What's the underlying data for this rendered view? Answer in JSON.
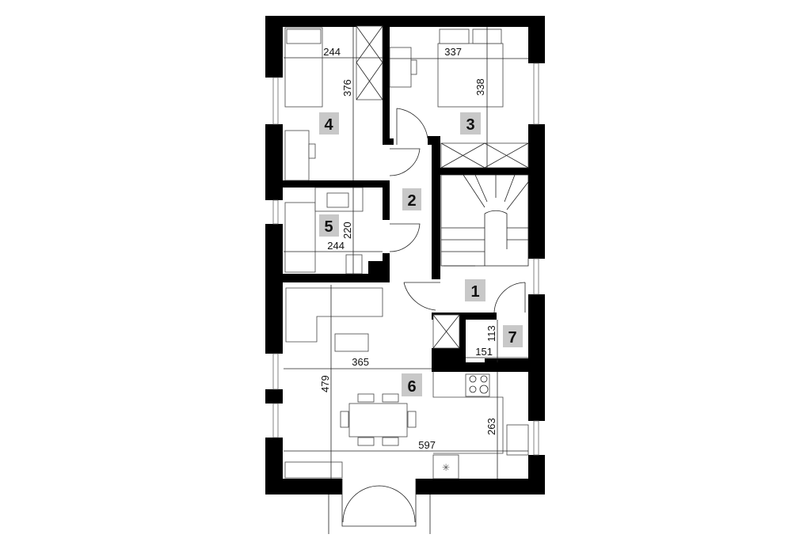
{
  "rooms": [
    {
      "number": "1"
    },
    {
      "number": "2"
    },
    {
      "number": "3"
    },
    {
      "number": "4"
    },
    {
      "number": "5"
    },
    {
      "number": "6"
    },
    {
      "number": "7"
    }
  ],
  "dimensions": {
    "room4_width": "244",
    "room4_length": "376",
    "room3_width": "337",
    "room3_length": "338",
    "room5_width": "244",
    "room5_length": "220",
    "room6_width_a": "365",
    "room6_width_b": "597",
    "room6_length": "479",
    "kitchen_length": "263",
    "room7_width": "151",
    "room7_length": "113"
  },
  "colors": {
    "wall": "#000000",
    "room_tag": "#c8c8c8"
  }
}
